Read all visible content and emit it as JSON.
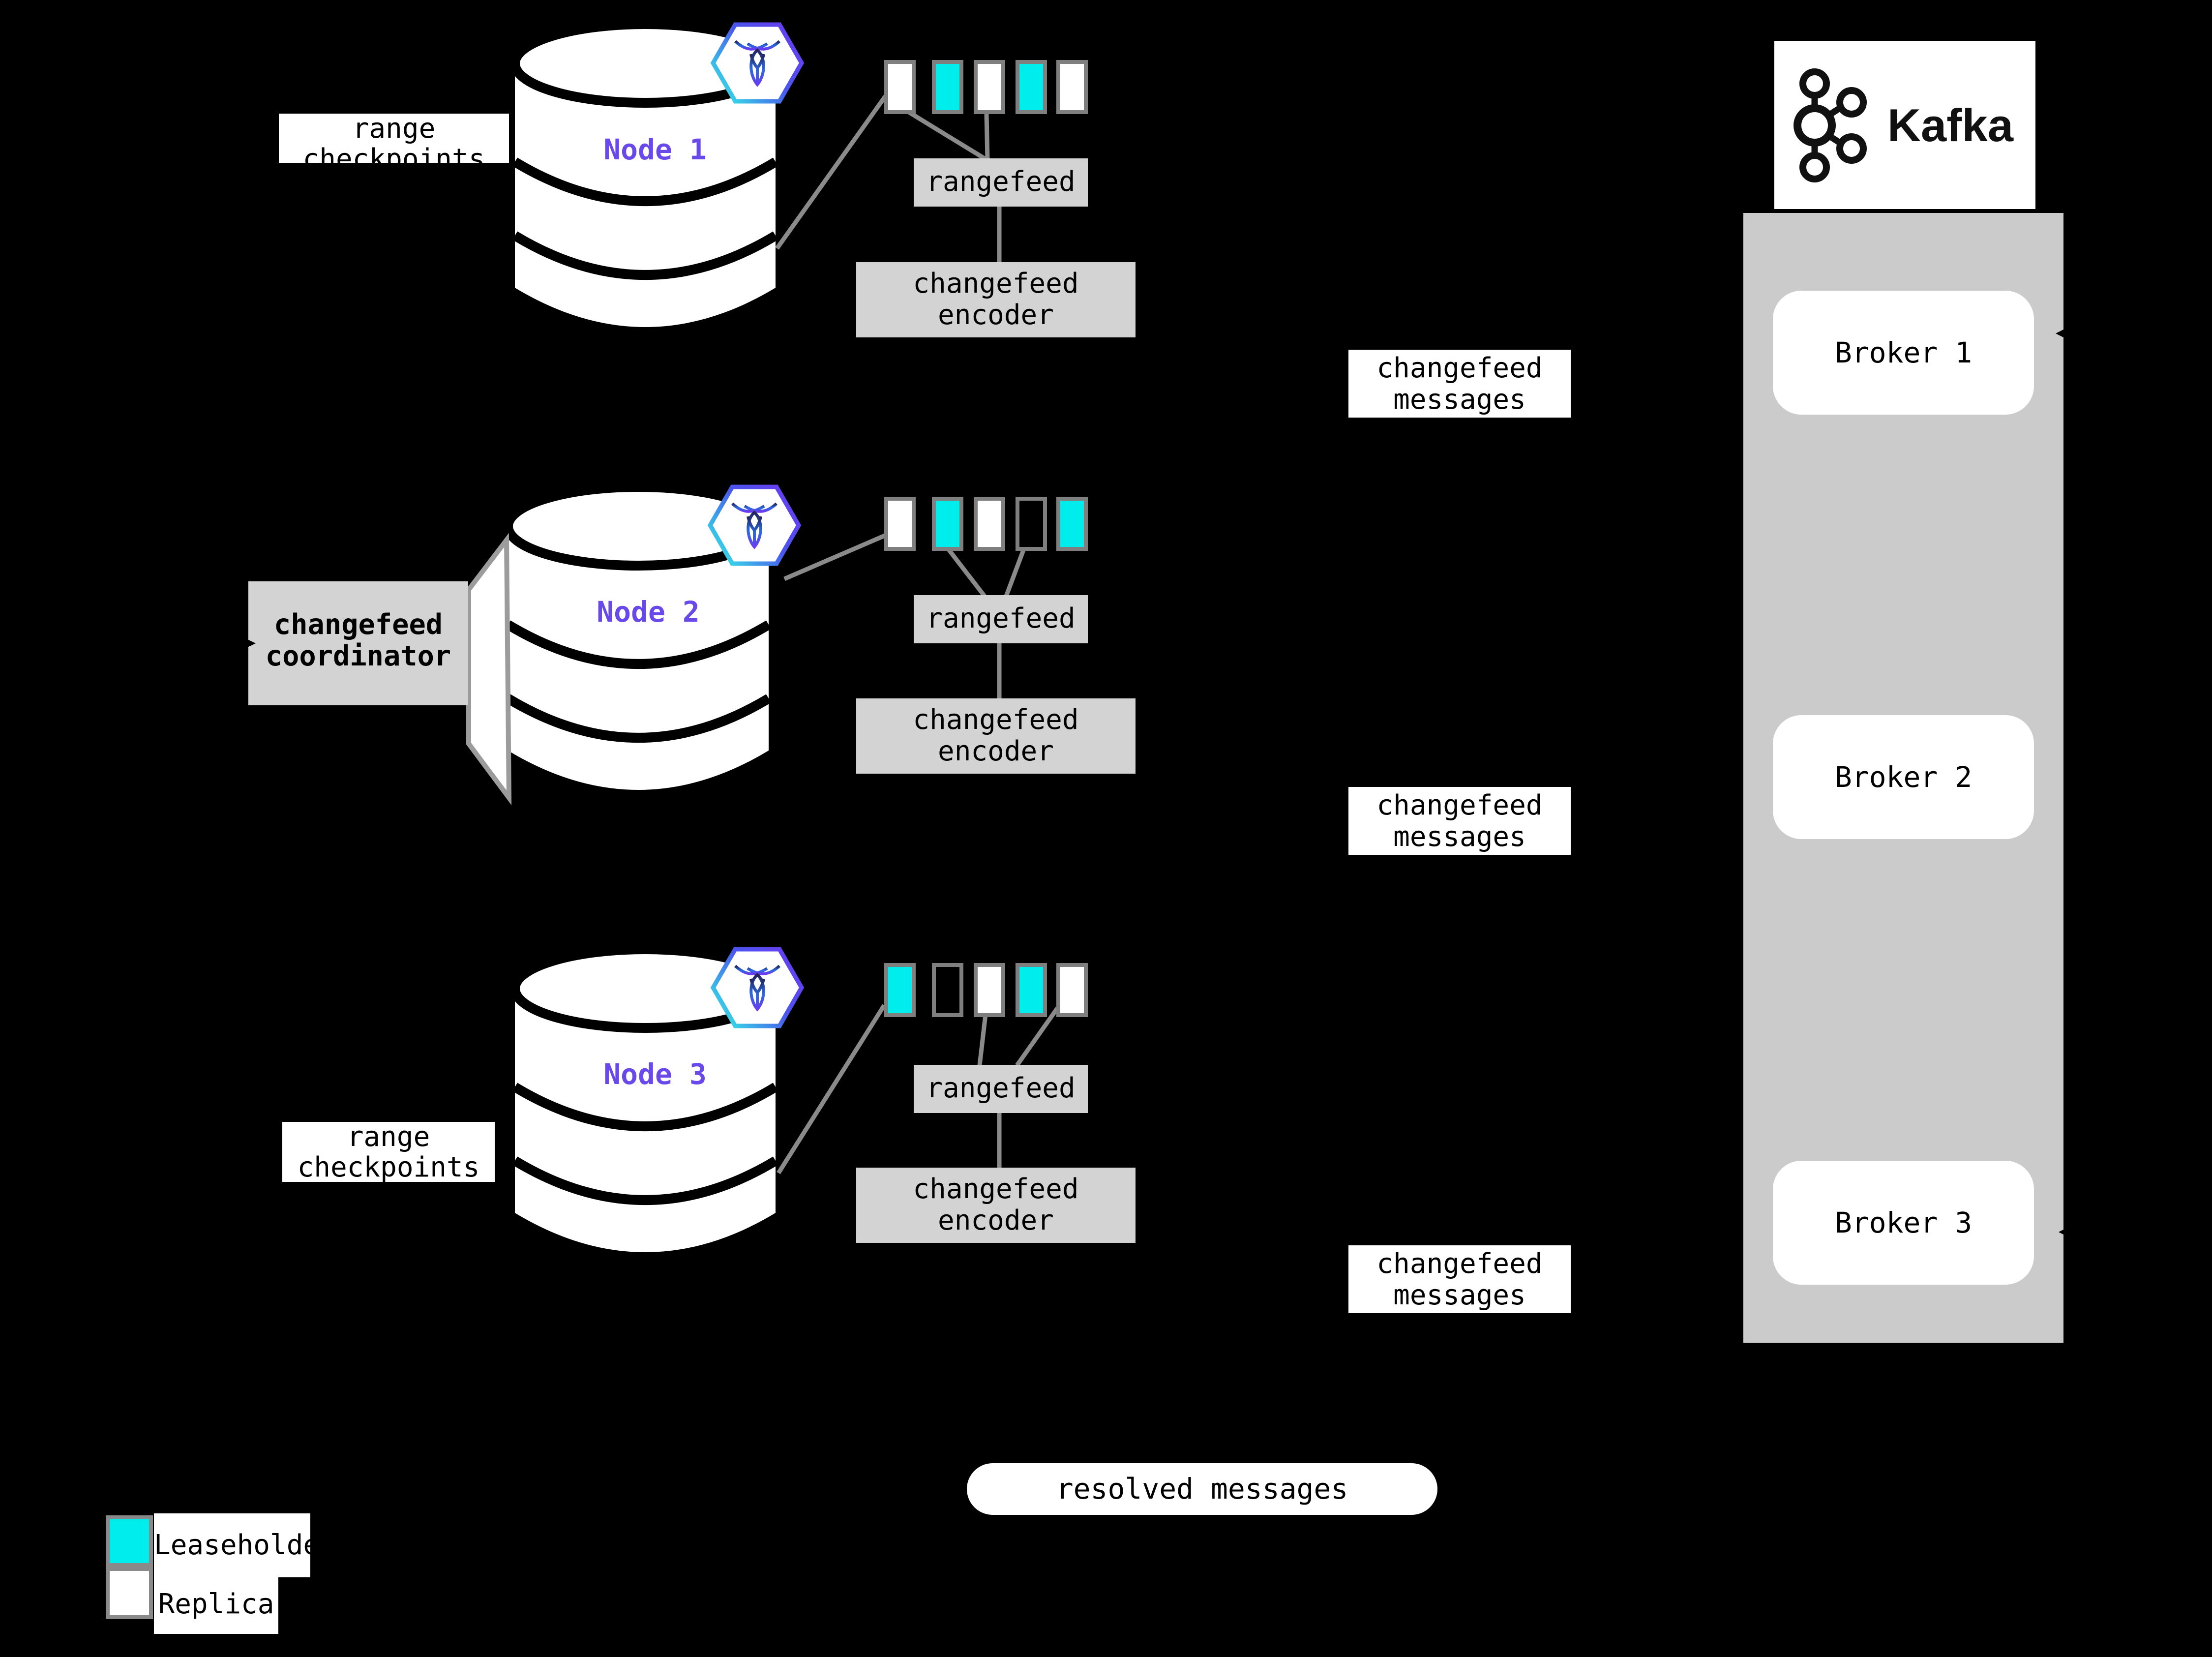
{
  "labels": {
    "range_checkpoints": [
      "range",
      "checkpoints"
    ],
    "coordinator": [
      "changefeed",
      "coordinator"
    ],
    "rangefeed": "rangefeed",
    "encoder": [
      "changefeed",
      "encoder"
    ],
    "messages": [
      "changefeed",
      "messages"
    ],
    "resolved": "resolved messages"
  },
  "nodes": [
    {
      "name": "Node 1",
      "ranges": [
        "replica",
        "leaseholder",
        "replica",
        "leaseholder",
        "replica"
      ]
    },
    {
      "name": "Node 2",
      "ranges": [
        "replica",
        "leaseholder",
        "replica",
        "empty",
        "leaseholder"
      ]
    },
    {
      "name": "Node 3",
      "ranges": [
        "leaseholder",
        "empty",
        "replica",
        "leaseholder",
        "replica"
      ]
    }
  ],
  "kafka": {
    "wordmark": "Kafka",
    "brokers": [
      "Broker 1",
      "Broker 2",
      "Broker 3"
    ]
  },
  "legend": {
    "leaseholder": "Leaseholder",
    "replica": "Replica"
  },
  "colors": {
    "background": "#000000",
    "leaseholder": "#00EDED",
    "replica": "#FFFFFF",
    "node_label_purple": "#6A49EB",
    "panel_gray": "#D3D3D3",
    "kafka_container_gray": "#CBCBCB",
    "connector_gray": "#8A8A8A"
  }
}
